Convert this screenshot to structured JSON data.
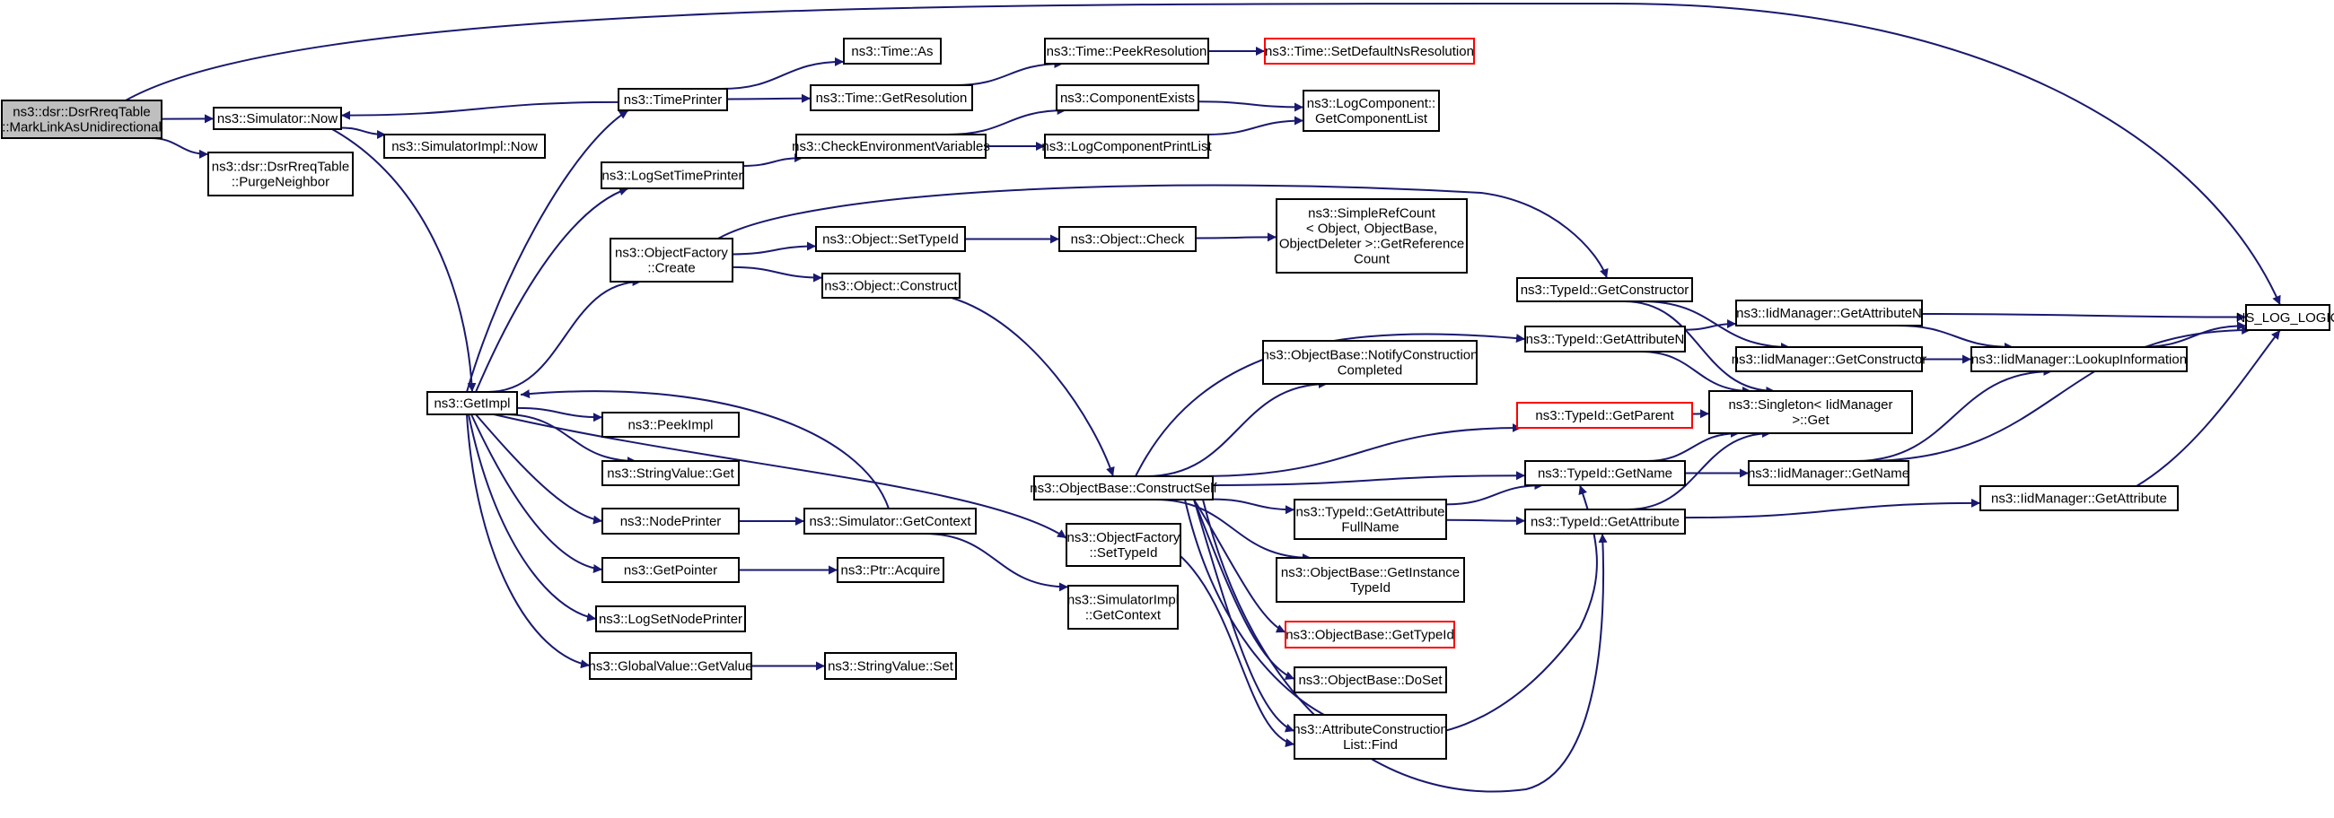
{
  "graph": {
    "type": "call-graph",
    "colors": {
      "edge": "#191970",
      "node_border": "#000000",
      "root_fill": "#bfbfbf",
      "undocumented_border": "#ff0000"
    },
    "nodes": [
      {
        "id": "root",
        "lines": [
          "ns3::dsr::DsrRreqTable",
          "::MarkLinkAsUnidirectional"
        ],
        "style": "root"
      },
      {
        "id": "simnow",
        "lines": [
          "ns3::Simulator::Now"
        ]
      },
      {
        "id": "purge",
        "lines": [
          "ns3::dsr::DsrRreqTable",
          "::PurgeNeighbor"
        ]
      },
      {
        "id": "simimplnow",
        "lines": [
          "ns3::SimulatorImpl::Now"
        ]
      },
      {
        "id": "getimpl",
        "lines": [
          "ns3::GetImpl"
        ]
      },
      {
        "id": "timeprinter",
        "lines": [
          "ns3::TimePrinter"
        ]
      },
      {
        "id": "timeas",
        "lines": [
          "ns3::Time::As"
        ]
      },
      {
        "id": "timegetres",
        "lines": [
          "ns3::Time::GetResolution"
        ]
      },
      {
        "id": "peekres",
        "lines": [
          "ns3::Time::PeekResolution"
        ]
      },
      {
        "id": "setdefns",
        "lines": [
          "ns3::Time::SetDefaultNsResolution"
        ],
        "style": "red"
      },
      {
        "id": "logsettp",
        "lines": [
          "ns3::LogSetTimePrinter"
        ]
      },
      {
        "id": "checkenv",
        "lines": [
          "ns3::CheckEnvironmentVariables"
        ]
      },
      {
        "id": "compexists",
        "lines": [
          "ns3::ComponentExists"
        ]
      },
      {
        "id": "logcpl",
        "lines": [
          "ns3::LogComponentPrintList"
        ]
      },
      {
        "id": "logcgcl",
        "lines": [
          "ns3::LogComponent::",
          "GetComponentList"
        ]
      },
      {
        "id": "ofcreate",
        "lines": [
          "ns3::ObjectFactory",
          "::Create"
        ]
      },
      {
        "id": "objsettid",
        "lines": [
          "ns3::Object::SetTypeId"
        ]
      },
      {
        "id": "objcheck",
        "lines": [
          "ns3::Object::Check"
        ]
      },
      {
        "id": "simplerc",
        "lines": [
          "ns3::SimpleRefCount",
          "< Object, ObjectBase,",
          "ObjectDeleter >::GetReference",
          "Count"
        ]
      },
      {
        "id": "objconstruct",
        "lines": [
          "ns3::Object::Construct"
        ]
      },
      {
        "id": "tidgetctor",
        "lines": [
          "ns3::TypeId::GetConstructor"
        ]
      },
      {
        "id": "tidgetattrn",
        "lines": [
          "ns3::TypeId::GetAttributeN"
        ]
      },
      {
        "id": "iidgetattrn",
        "lines": [
          "ns3::IidManager::GetAttributeN"
        ]
      },
      {
        "id": "iidgetctor",
        "lines": [
          "ns3::IidManager::GetConstructor"
        ]
      },
      {
        "id": "iidlookup",
        "lines": [
          "ns3::IidManager::LookupInformation"
        ]
      },
      {
        "id": "nslog",
        "lines": [
          "NS_LOG_LOGIC"
        ]
      },
      {
        "id": "singleton",
        "lines": [
          "ns3::Singleton< IidManager",
          ">::Get"
        ]
      },
      {
        "id": "obnotify",
        "lines": [
          "ns3::ObjectBase::NotifyConstruction",
          "Completed"
        ]
      },
      {
        "id": "tidgetparent",
        "lines": [
          "ns3::TypeId::GetParent"
        ],
        "style": "red"
      },
      {
        "id": "peekimpl",
        "lines": [
          "ns3::PeekImpl"
        ]
      },
      {
        "id": "strvalget",
        "lines": [
          "ns3::StringValue::Get"
        ]
      },
      {
        "id": "obconstructself",
        "lines": [
          "ns3::ObjectBase::ConstructSelf"
        ]
      },
      {
        "id": "tidgetname",
        "lines": [
          "ns3::TypeId::GetName"
        ]
      },
      {
        "id": "iidgetname",
        "lines": [
          "ns3::IidManager::GetName"
        ]
      },
      {
        "id": "iidgetattr",
        "lines": [
          "ns3::IidManager::GetAttribute"
        ]
      },
      {
        "id": "nodeprinter",
        "lines": [
          "ns3::NodePrinter"
        ]
      },
      {
        "id": "simgetctx",
        "lines": [
          "ns3::Simulator::GetContext"
        ]
      },
      {
        "id": "ofsettid",
        "lines": [
          "ns3::ObjectFactory",
          "::SetTypeId"
        ]
      },
      {
        "id": "tidgetattrfull",
        "lines": [
          "ns3::TypeId::GetAttribute",
          "FullName"
        ]
      },
      {
        "id": "tidgetattr",
        "lines": [
          "ns3::TypeId::GetAttribute"
        ]
      },
      {
        "id": "getpointer",
        "lines": [
          "ns3::GetPointer"
        ]
      },
      {
        "id": "ptracquire",
        "lines": [
          "ns3::Ptr::Acquire"
        ]
      },
      {
        "id": "obgetinst",
        "lines": [
          "ns3::ObjectBase::GetInstance",
          "TypeId"
        ]
      },
      {
        "id": "logsetnp",
        "lines": [
          "ns3::LogSetNodePrinter"
        ]
      },
      {
        "id": "simimplctx",
        "lines": [
          "ns3::SimulatorImpl",
          "::GetContext"
        ]
      },
      {
        "id": "obgettid",
        "lines": [
          "ns3::ObjectBase::GetTypeId"
        ],
        "style": "red"
      },
      {
        "id": "gvgetvalue",
        "lines": [
          "ns3::GlobalValue::GetValue"
        ]
      },
      {
        "id": "strvalset",
        "lines": [
          "ns3::StringValue::Set"
        ]
      },
      {
        "id": "obdoset",
        "lines": [
          "ns3::ObjectBase::DoSet"
        ]
      },
      {
        "id": "acfind",
        "lines": [
          "ns3::AttributeConstruction",
          "List::Find"
        ]
      }
    ]
  }
}
